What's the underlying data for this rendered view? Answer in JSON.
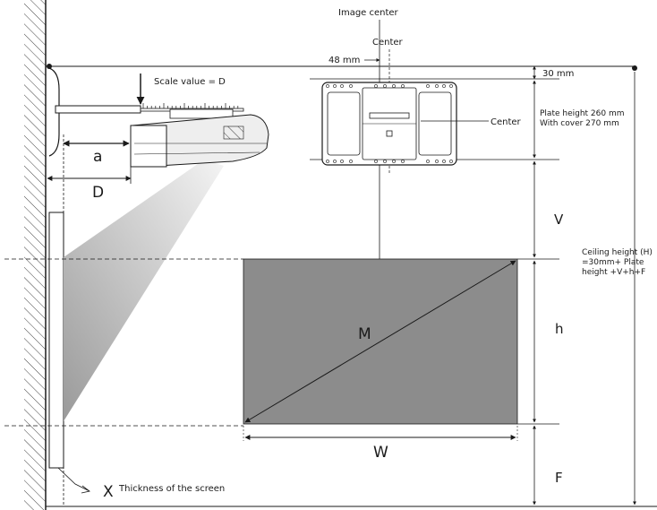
{
  "labels": {
    "image_center": "Image center",
    "center_top": "Center",
    "offset": "48 mm",
    "top_gap": "30 mm",
    "scale": "Scale value = D",
    "center_right": "Center",
    "plate_line1": "Plate height 260 mm",
    "plate_line2": "With cover 270 mm",
    "a": "a",
    "D": "D",
    "V": "V",
    "h": "h",
    "F": "F",
    "M": "M",
    "W": "W",
    "X": "X",
    "thickness": "Thickness of the screen",
    "ceiling_line1": "Ceiling height (H)",
    "ceiling_line2": "=30mm+ Plate",
    "ceiling_line3": "height +V+h+F"
  },
  "colors": {
    "line": "#1a1a1a",
    "screen_fill": "#8c8c8c",
    "beam_dark": "#9a9a9a",
    "beam_light": "#f2f2f2",
    "projector": "#e9e9e9"
  }
}
